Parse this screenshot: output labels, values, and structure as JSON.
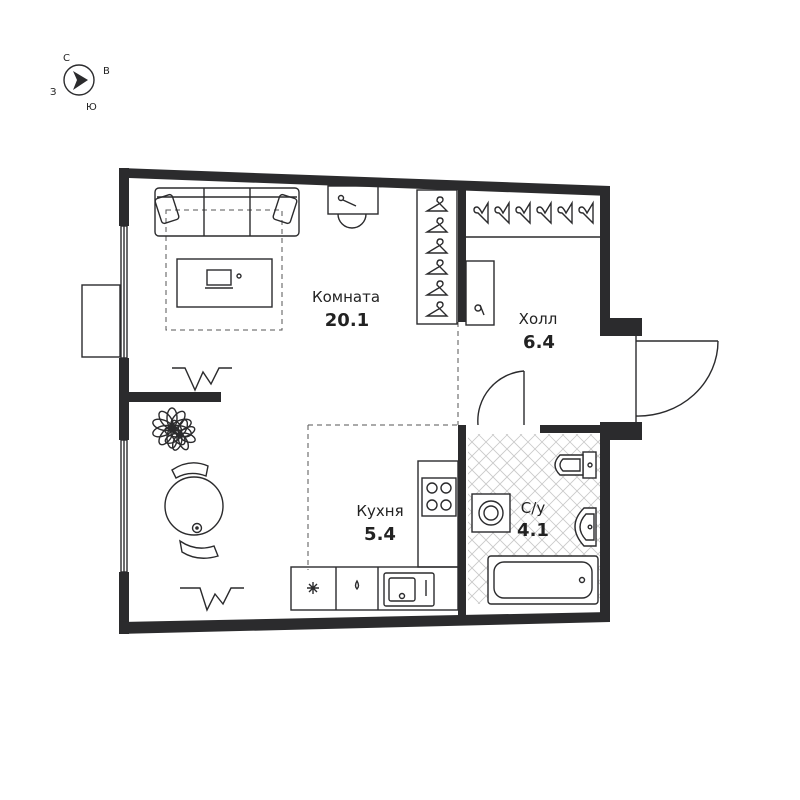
{
  "compass": {
    "north": "С",
    "east": "В",
    "south": "Ю",
    "west": "З"
  },
  "rooms": {
    "living": {
      "name": "Комната",
      "area": "20.1"
    },
    "hall": {
      "name": "Холл",
      "area": "6.4"
    },
    "kitchen": {
      "name": "Кухня",
      "area": "5.4"
    },
    "bathroom": {
      "name": "С/у",
      "area": "4.1"
    }
  },
  "colors": {
    "wall": "#2b2b2d",
    "line": "#2b2b2d",
    "tile": "#c8c8c8"
  },
  "icons": [
    "compass-icon",
    "sofa-icon",
    "desk-icon",
    "wardrobe-icon",
    "flower-icon",
    "dining-table-icon",
    "stove-icon",
    "sink-icon",
    "washer-icon",
    "toilet-icon",
    "washbasin-icon",
    "bathtub-icon",
    "entrance-door-icon"
  ]
}
